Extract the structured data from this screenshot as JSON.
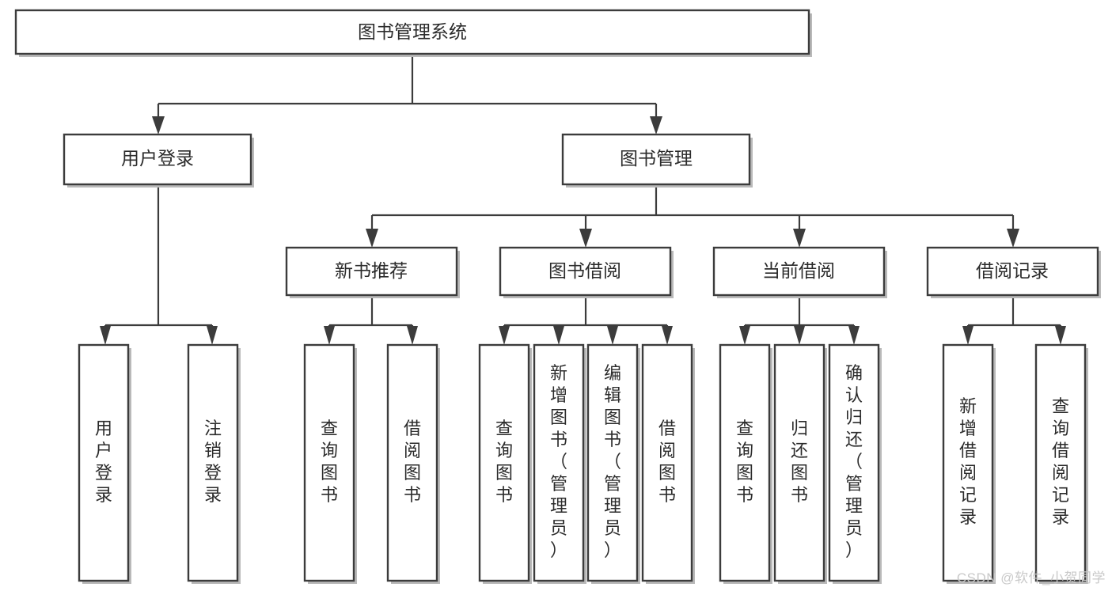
{
  "diagram": {
    "type": "tree",
    "title": "图书管理系统",
    "orientation": "top-down",
    "watermark": "CSDN @软件_小贺同学",
    "colors": {
      "box_fill": "#ffffff",
      "box_stroke": "#3c3c3c",
      "connector": "#3c3c3c",
      "text": "#2b2b2b",
      "watermark": "#c9c9c9"
    },
    "levels": {
      "root": {
        "label": "图书管理系统"
      },
      "level2": [
        {
          "label": "用户登录"
        },
        {
          "label": "图书管理"
        }
      ],
      "level3": [
        {
          "label": "新书推荐",
          "parent": "图书管理"
        },
        {
          "label": "图书借阅",
          "parent": "图书管理"
        },
        {
          "label": "当前借阅",
          "parent": "图书管理"
        },
        {
          "label": "借阅记录",
          "parent": "图书管理"
        }
      ],
      "leaves": [
        {
          "label": "用户登录",
          "parent": "用户登录"
        },
        {
          "label": "注销登录",
          "parent": "用户登录"
        },
        {
          "label": "查询图书",
          "parent": "新书推荐"
        },
        {
          "label": "借阅图书",
          "parent": "新书推荐"
        },
        {
          "label": "查询图书",
          "parent": "图书借阅"
        },
        {
          "label": "新增图书（管理员）",
          "parent": "图书借阅"
        },
        {
          "label": "编辑图书（管理员）",
          "parent": "图书借阅"
        },
        {
          "label": "借阅图书",
          "parent": "图书借阅"
        },
        {
          "label": "查询图书",
          "parent": "当前借阅"
        },
        {
          "label": "归还图书",
          "parent": "当前借阅"
        },
        {
          "label": "确认归还（管理员）",
          "parent": "当前借阅"
        },
        {
          "label": "新增借阅记录",
          "parent": "借阅记录"
        },
        {
          "label": "查询借阅记录",
          "parent": "借阅记录"
        }
      ]
    }
  }
}
